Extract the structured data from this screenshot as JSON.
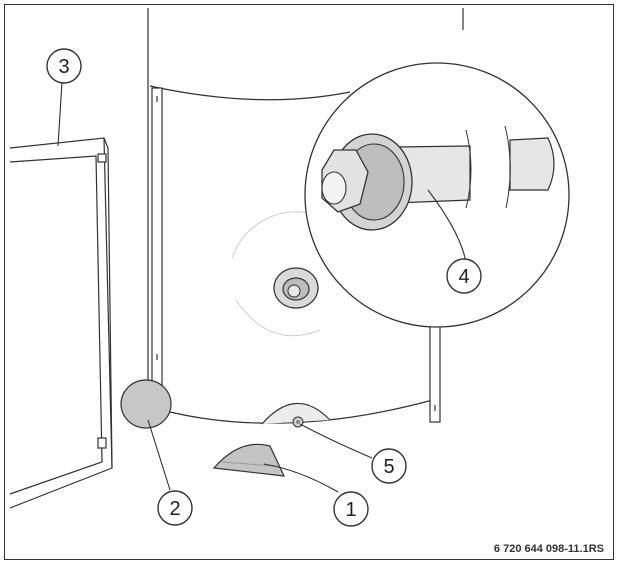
{
  "figure": {
    "code": "6 720 644 098-11.1RS",
    "colors": {
      "line": "#333333",
      "gray": "#bcbcbc",
      "light": "#e6e6e6"
    }
  },
  "callouts": [
    {
      "id": "door",
      "label": "3"
    },
    {
      "id": "cap",
      "label": "2"
    },
    {
      "id": "cover",
      "label": "1"
    },
    {
      "id": "screw",
      "label": "5"
    },
    {
      "id": "anode",
      "label": "4"
    }
  ]
}
